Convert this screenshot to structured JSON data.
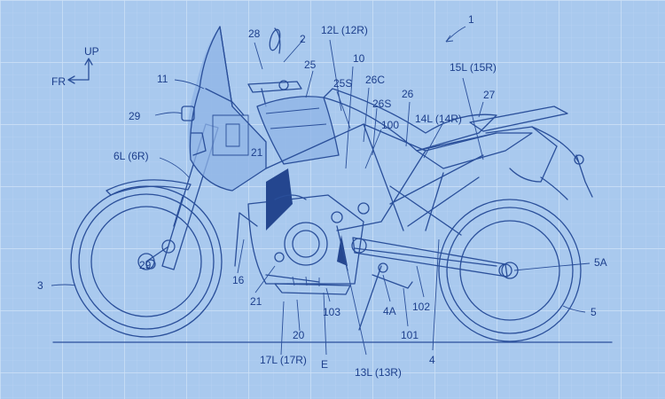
{
  "colors": {
    "background": "#a9c9ee",
    "grid": "#c6dcf5",
    "line": "#2a4f9a",
    "label": "#1d3f8c"
  },
  "orientation": {
    "up": "UP",
    "front": "FR"
  },
  "labels": {
    "l1": "1",
    "l2": "2",
    "l3": "3",
    "l4": "4",
    "l4a": "4A",
    "l5": "5",
    "l5a": "5A",
    "l6": "6L (6R)",
    "l10": "10",
    "l11": "11",
    "l12": "12L (12R)",
    "l13": "13L (13R)",
    "l14": "14L (14R)",
    "l15": "15L (15R)",
    "l16": "16",
    "l17": "17L (17R)",
    "l20": "20",
    "l21": "21",
    "l25": "25",
    "l25s": "25S",
    "l26": "26",
    "l26c": "26C",
    "l26s": "26S",
    "l27": "27",
    "l28": "28",
    "l29": "29",
    "l100": "100",
    "l101": "101",
    "l102": "102",
    "l103": "103",
    "le": "E"
  }
}
